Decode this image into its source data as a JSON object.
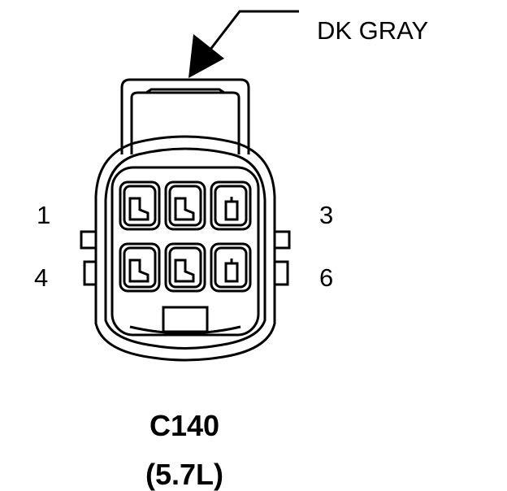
{
  "connector": {
    "wire_color_label": "DK GRAY",
    "connector_id": "C140",
    "engine_note": "(5.7L)",
    "pin_labels": {
      "pin_1": "1",
      "pin_3": "3",
      "pin_4": "4",
      "pin_6": "6"
    },
    "cavity_count": 6,
    "stroke_color": "#000000",
    "background_color": "#ffffff"
  }
}
